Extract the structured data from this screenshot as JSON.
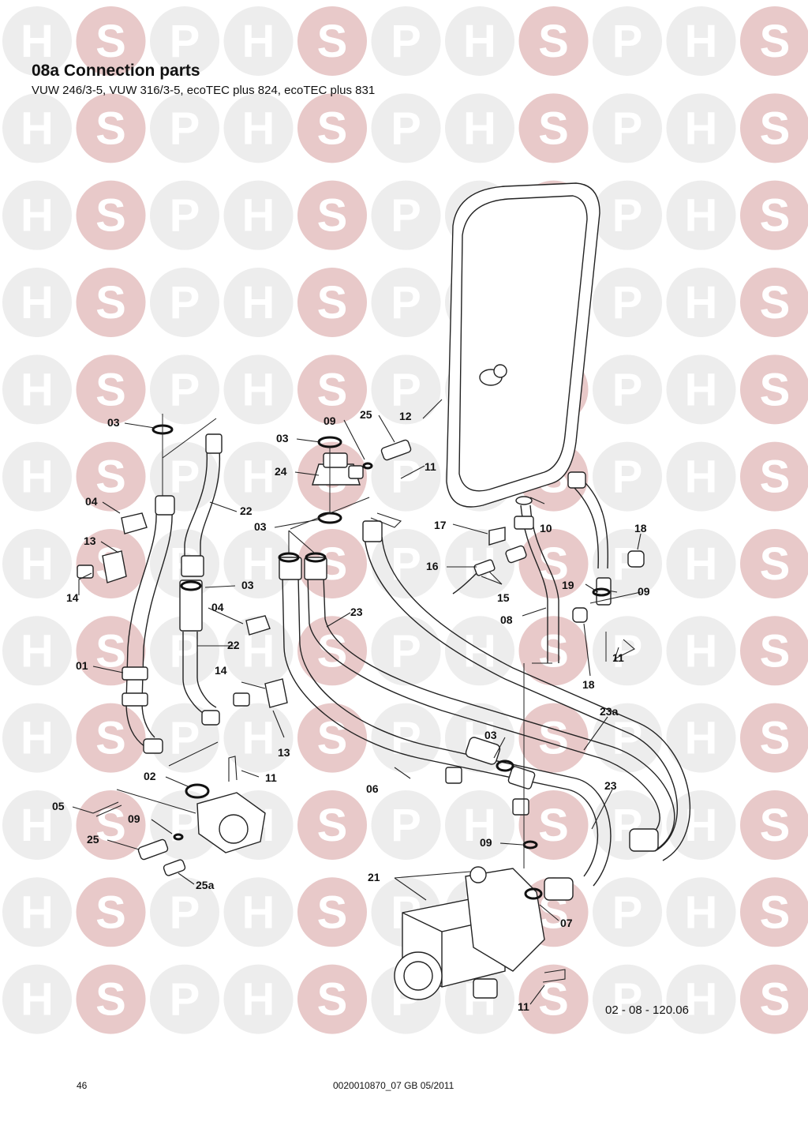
{
  "header": {
    "title": "08a Connection parts",
    "subtitle": "VUW 246/3-5, VUW 316/3-5, ecoTEC plus 824, ecoTEC plus 831"
  },
  "watermark": {
    "letters": [
      "H",
      "S",
      "P"
    ],
    "color": "#e8c9c9",
    "color_alt": "#ededed"
  },
  "diagram": {
    "reference": "02 - 08 - 120.06",
    "callouts": {
      "c01": "01",
      "c02": "02",
      "c03a": "03",
      "c03b": "03",
      "c03c": "03",
      "c03d": "03",
      "c03e": "03",
      "c04a": "04",
      "c04b": "04",
      "c05": "05",
      "c06": "06",
      "c07": "07",
      "c08": "08",
      "c09a": "09",
      "c09b": "09",
      "c09c": "09",
      "c09d": "09",
      "c10": "10",
      "c11a": "11",
      "c11b": "11",
      "c11c": "11",
      "c11d": "11",
      "c12": "12",
      "c13a": "13",
      "c13b": "13",
      "c14a": "14",
      "c14b": "14",
      "c15": "15",
      "c16": "16",
      "c17": "17",
      "c18a": "18",
      "c18b": "18",
      "c19": "19",
      "c21": "21",
      "c22a": "22",
      "c22b": "22",
      "c23a": "23",
      "c23b": "23",
      "c23c": "23a",
      "c24": "24",
      "c25a": "25",
      "c25b": "25",
      "c25c": "25a"
    }
  },
  "footer": {
    "page_number": "46",
    "document_code": "0020010870_07 GB 05/2011"
  }
}
